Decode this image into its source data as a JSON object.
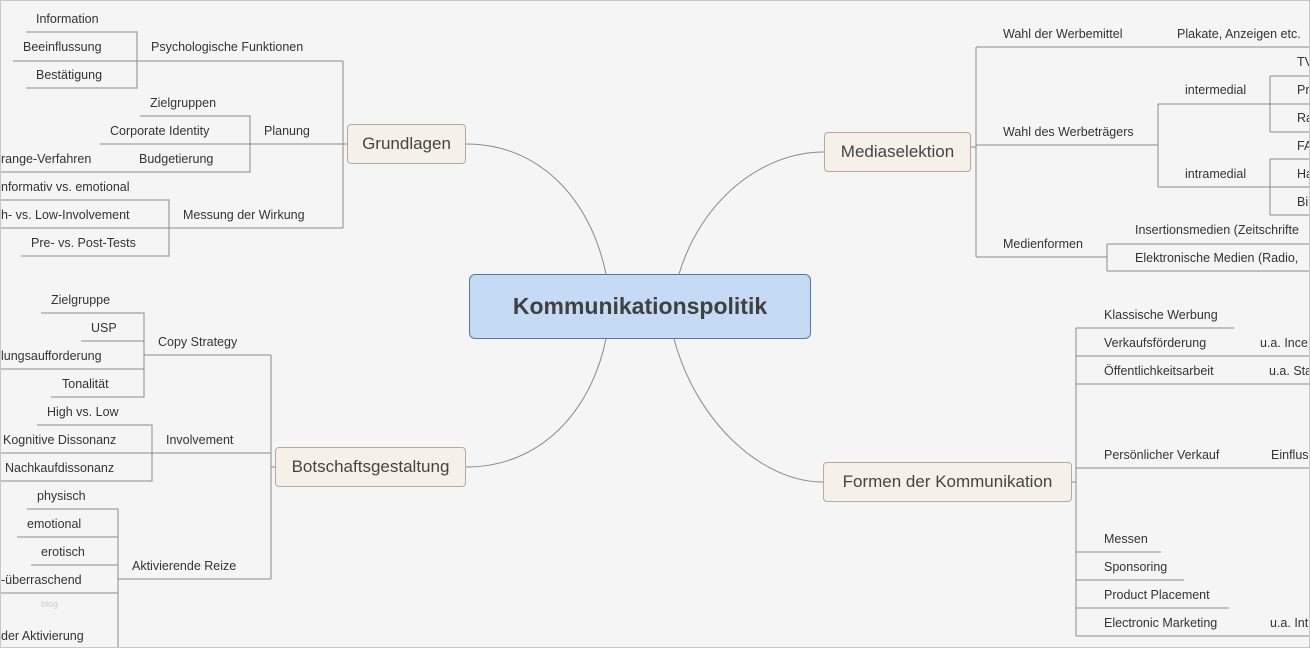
{
  "central": "Kommunikationspolitik",
  "grundlagen": {
    "title": "Grundlagen",
    "psych": {
      "label": "Psychologische Funktionen",
      "items": [
        "Information",
        "Beeinflussung",
        "Bestätigung"
      ]
    },
    "planung": {
      "label": "Planung",
      "items": [
        "Zielgruppen",
        "Corporate Identity",
        "Budgetierung"
      ],
      "extra": "range-Verfahren"
    },
    "messung": {
      "label": "Messung der Wirkung",
      "items": [
        "nformativ vs. emotional",
        "h- vs. Low-Involvement",
        "Pre- vs. Post-Tests"
      ]
    }
  },
  "botschaft": {
    "title": "Botschaftsgestaltung",
    "copy": {
      "label": "Copy Strategy",
      "items": [
        "Zielgruppe",
        "USP",
        "lungsaufforderung",
        "Tonalität"
      ]
    },
    "involvement": {
      "label": "Involvement",
      "items": [
        "High vs. Low",
        "Kognitive Dissonanz",
        "Nachkaufdissonanz"
      ]
    },
    "reize": {
      "label": "Aktivierende Reize",
      "items": [
        "physisch",
        "emotional",
        "erotisch",
        "-überraschend",
        "blog",
        "der Aktivierung"
      ]
    }
  },
  "media": {
    "title": "Mediaselektion",
    "werbemittel": {
      "label": "Wahl der Werbemittel",
      "item": "Plakate, Anzeigen etc."
    },
    "werbetraeger": {
      "label": "Wahl des Werbeträgers",
      "inter": {
        "label": "intermedial",
        "items": [
          "TV",
          "Pr",
          "Ra"
        ]
      },
      "intra": {
        "label": "intramedial",
        "items": [
          "FA",
          "Ha",
          "Bil"
        ]
      }
    },
    "medienformen": {
      "label": "Medienformen",
      "items": [
        "Insertionsmedien (Zeitschrifte",
        "Elektronische Medien (Radio,"
      ]
    }
  },
  "formen": {
    "title": "Formen der Kommunikation",
    "items": [
      {
        "label": "Klassische Werbung"
      },
      {
        "label": "Verkaufsförderung",
        "note": "u.a. Ince"
      },
      {
        "label": "Öffentlichkeitsarbeit",
        "note": "u.a. Sta"
      },
      {
        "label": "Persönlicher Verkauf",
        "note": "Einflus"
      },
      {
        "label": "Messen"
      },
      {
        "label": "Sponsoring"
      },
      {
        "label": "Product Placement"
      },
      {
        "label": "Electronic Marketing",
        "note": "u.a. Int"
      }
    ]
  }
}
